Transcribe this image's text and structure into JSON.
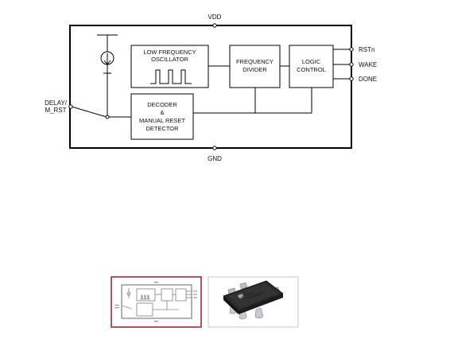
{
  "diagram": {
    "pins": {
      "vdd": "VDD",
      "gnd": "GND",
      "delay_line1": "DELAY/",
      "delay_line2": "M_RST",
      "rstn": "RSTn",
      "wake": "WAKE",
      "done": "DONE"
    },
    "blocks": {
      "oscillator": [
        "LOW FREQUENCY",
        "OSCILLATOR"
      ],
      "divider": [
        "FREQUENCY",
        "DIVIDER"
      ],
      "logic": [
        "LOGIC",
        "CONTROL"
      ],
      "decoder": [
        "DECODER",
        "&",
        "MANUAL RESET",
        "DETECTOR"
      ]
    }
  },
  "thumbnails": [
    {
      "kind": "block-diagram",
      "selected": true,
      "selected_color": "#a01a24"
    },
    {
      "kind": "package-photo",
      "selected": false
    }
  ],
  "package_marking": [
    "TEXAS",
    "INSTRUMENTS"
  ]
}
